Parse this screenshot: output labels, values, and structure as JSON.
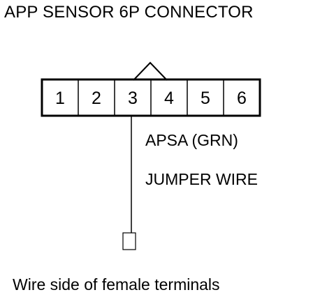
{
  "title": "APP SENSOR 6P CONNECTOR",
  "connector": {
    "pins": [
      "1",
      "2",
      "3",
      "4",
      "5",
      "6"
    ],
    "probed_pin": "3"
  },
  "wire_label": "APSA (GRN)",
  "jumper_label": "JUMPER WIRE",
  "caption": "Wire side of female terminals"
}
